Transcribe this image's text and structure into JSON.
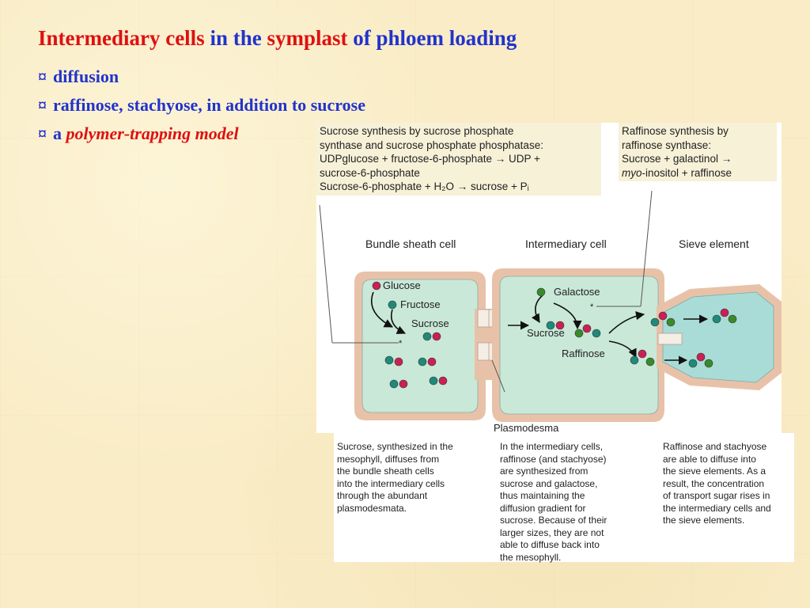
{
  "title": {
    "part1": "Intermediary cells",
    "part2": " in the ",
    "part3": "symplast",
    "part4": " of phloem loading"
  },
  "bullets": {
    "marker": "¤",
    "item1": "diffusion",
    "item2": "raffinose, stachyose, in addition to sucrose",
    "item3_prefix": "a ",
    "item3_emph": "polymer-trapping model"
  },
  "diagram": {
    "box_left": {
      "line1": "Sucrose synthesis by sucrose phosphate",
      "line2": "synthase and sucrose phosphate phosphatase:",
      "line3": "UDPglucose + fructose-6-phosphate → UDP +",
      "line4": "sucrose-6-phosphate",
      "line5": "Sucrose-6-phosphate + H₂O → sucrose + Pᵢ"
    },
    "box_right": {
      "line1": "Raffinose synthesis by",
      "line2": "raffinose synthase:",
      "line3": "Sucrose + galactinol →",
      "line4a": "myo",
      "line4b": "-inositol + raffinose"
    },
    "labels": {
      "bundle_sheath": "Bundle sheath cell",
      "intermediary": "Intermediary cell",
      "sieve": "Sieve element",
      "glucose": "Glucose",
      "fructose": "Fructose",
      "sucrose_left": "Sucrose",
      "galactose": "Galactose",
      "sucrose_mid": "Sucrose",
      "raffinose": "Raffinose",
      "plasmodesma": "Plasmodesma",
      "asterisk": "*"
    },
    "captions": {
      "c1": [
        "Sucrose, synthesized in the",
        "mesophyll, diffuses from",
        "the bundle sheath cells",
        "into the intermediary cells",
        "through the abundant",
        "plasmodesmata."
      ],
      "c2": [
        "In the intermediary cells,",
        "raffinose (and stachyose)",
        "are synthesized from",
        "sucrose and galactose,",
        "thus maintaining the",
        "diffusion gradient for",
        "sucrose. Because of their",
        "larger sizes, they are not",
        "able to diffuse back into",
        "the mesophyll."
      ],
      "c3": [
        "Raffinose and stachyose",
        "are able to diffuse into",
        "the sieve elements. As a",
        "result, the concentration",
        "of transport sugar rises in",
        "the intermediary cells and",
        "the sieve elements."
      ]
    },
    "colors": {
      "glucose": "#cc1f55",
      "fructose": "#1f8a7a",
      "galactose": "#3a8a2a",
      "cell_fill": "#c9e8d8",
      "sieve_fill": "#a9dcd6",
      "wall": "#e8c2a8"
    }
  }
}
